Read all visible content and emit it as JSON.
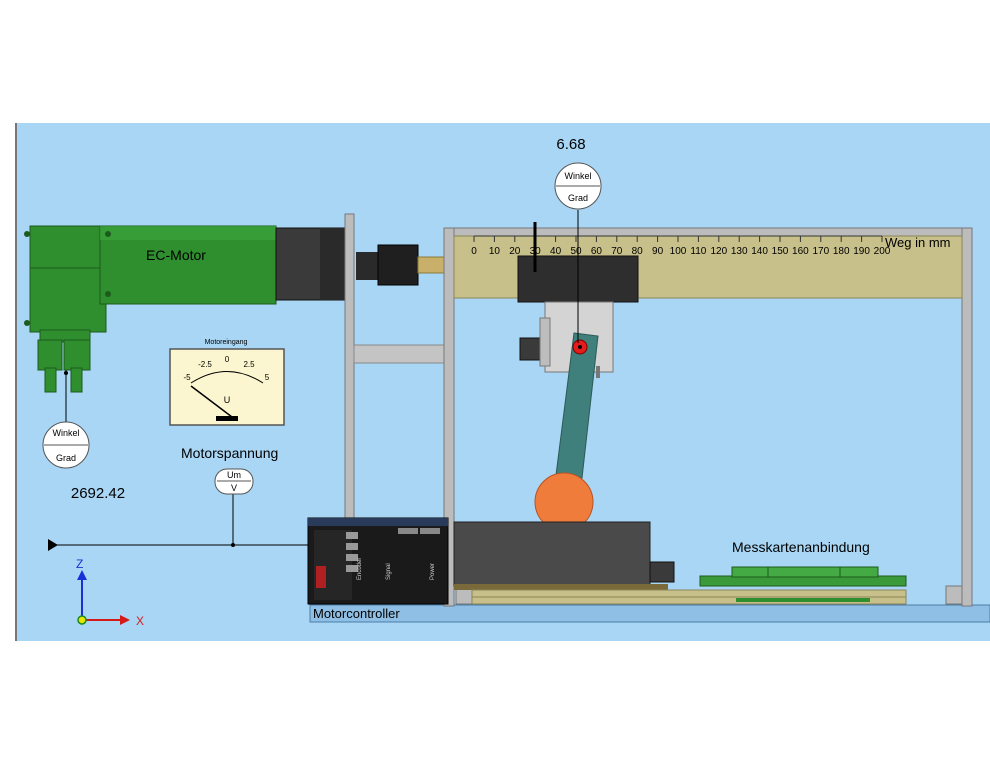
{
  "labels": {
    "ec_motor": "EC-Motor",
    "motoreingang": "Motoreingang",
    "motorspannung": "Motorspannung",
    "messkarte": "Messkartenanbindung",
    "motorcontroller": "Motorcontroller",
    "weg": "Weg in mm"
  },
  "top_sensor": {
    "value": "6.68",
    "top": "Winkel",
    "bottom": "Grad"
  },
  "left_sensor": {
    "value": "2692.42",
    "top": "Winkel",
    "bottom": "Grad"
  },
  "voltage_sensor": {
    "top": "Um",
    "bottom": "V"
  },
  "meter": {
    "ticks": [
      "-5",
      "-2.5",
      "0",
      "2.5",
      "5"
    ],
    "unit": "U"
  },
  "ruler": {
    "ticks": [
      "0",
      "10",
      "20",
      "30",
      "40",
      "50",
      "60",
      "70",
      "80",
      "90",
      "100",
      "110",
      "120",
      "130",
      "140",
      "150",
      "160",
      "170",
      "180",
      "190",
      "200"
    ]
  },
  "axes": {
    "z": "Z",
    "x": "X"
  },
  "controller_text": {
    "a": "Encoder",
    "b": "Signal",
    "c": "Power"
  },
  "colors": {
    "background": "#a9d6f5",
    "motor_green": "#2f8f2f",
    "ruler_bar": "#c8c08a",
    "arm": "#3f7f7c",
    "ball": "#f07c3c"
  }
}
